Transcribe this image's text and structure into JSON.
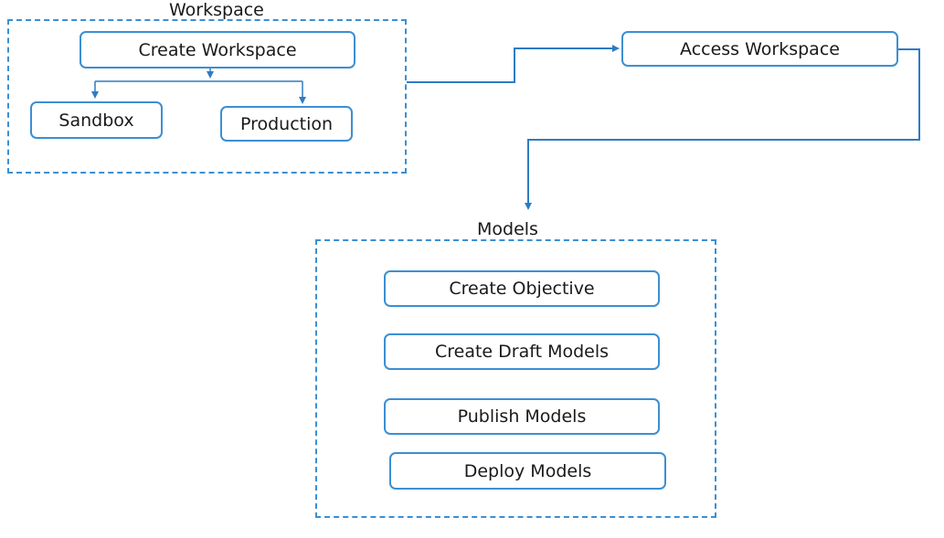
{
  "workspace_group": {
    "title": "Workspace",
    "nodes": {
      "create_workspace": "Create Workspace",
      "sandbox": "Sandbox",
      "production": "Production"
    }
  },
  "access_workspace": "Access Workspace",
  "models_group": {
    "title": "Models",
    "nodes": {
      "create_objective": "Create Objective",
      "create_draft_models": "Create Draft Models",
      "publish_models": "Publish Models",
      "deploy_models": "Deploy Models"
    }
  },
  "colors": {
    "border": "#3c8fd2",
    "connector": "#2e7bc4",
    "text": "#1a1a1a"
  }
}
